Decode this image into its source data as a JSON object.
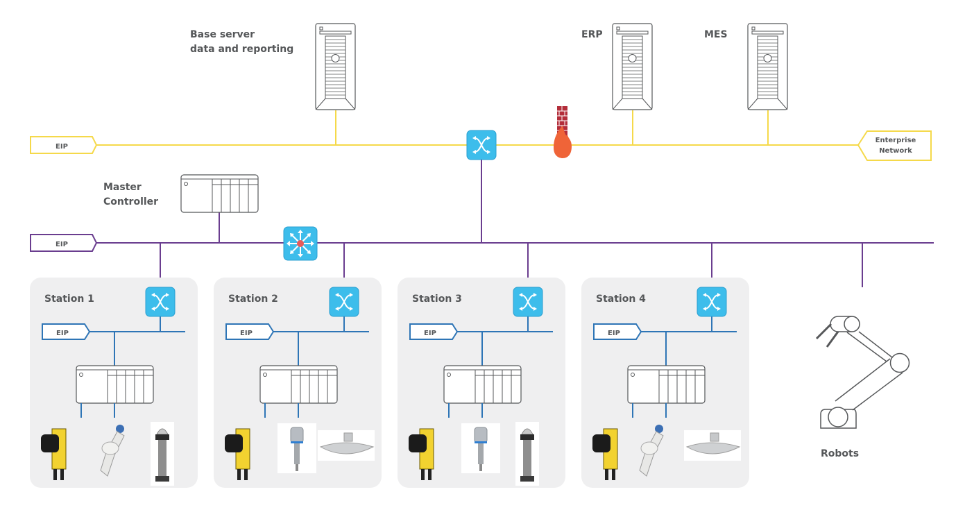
{
  "colors": {
    "enterprise_line": "#F5D94A",
    "plant_line": "#6A3D8F",
    "station_line": "#2E75B6",
    "switch_fill": "#3DBDEB",
    "switch_stroke": "#2A9FD0",
    "firewall_brick": "#B32D3A",
    "firewall_flame": "#EF6438",
    "station_bg": "#EFEFF0",
    "outline": "#555759",
    "text": "#555759"
  },
  "enterprise": {
    "eip_tag": "EIP",
    "network_tag_line1": "Enterprise",
    "network_tag_line2": "Network",
    "base_server_line1": "Base server",
    "base_server_line2": "data and reporting",
    "erp_label": "ERP",
    "mes_label": "MES"
  },
  "plant": {
    "eip_tag": "EIP",
    "master_controller_line1": "Master",
    "master_controller_line2": "Controller"
  },
  "stations": [
    {
      "title": "Station 1",
      "eip_tag": "EIP",
      "devices": [
        "vision-sensor",
        "valve-actuator",
        "level-radar"
      ]
    },
    {
      "title": "Station 2",
      "eip_tag": "EIP",
      "devices": [
        "vision-sensor",
        "pressure-transmitter",
        "flow-meter"
      ]
    },
    {
      "title": "Station 3",
      "eip_tag": "EIP",
      "devices": [
        "vision-sensor",
        "pressure-transmitter",
        "level-radar"
      ]
    },
    {
      "title": "Station 4",
      "eip_tag": "EIP",
      "devices": [
        "vision-sensor",
        "valve-actuator",
        "flow-meter"
      ]
    }
  ],
  "robots": {
    "label": "Robots"
  }
}
